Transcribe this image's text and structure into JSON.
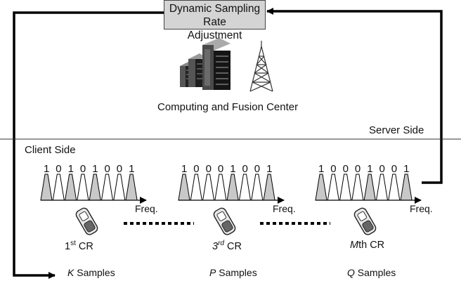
{
  "adjustment_box": {
    "line1": "Dynamic Sampling Rate",
    "line2": "Adjustment"
  },
  "fusion_center": {
    "label": "Computing and Fusion Center",
    "icons": [
      "server-rack-icon",
      "antenna-tower-icon"
    ]
  },
  "sides": {
    "server": "Server Side",
    "client": "Client Side"
  },
  "clients": [
    {
      "bits": [
        "1",
        "0",
        "1",
        "0",
        "1",
        "0",
        "0",
        "1"
      ],
      "freq_label": "Freq.",
      "cr_prefix": "1",
      "cr_sup": "st",
      "cr_suffix": " CR",
      "samples_var": "K",
      "samples_label": " Samples",
      "pulses": [
        1,
        0,
        1,
        0,
        1,
        0,
        0,
        1
      ]
    },
    {
      "bits": [
        "1",
        "0",
        "0",
        "0",
        "1",
        "0",
        "0",
        "1"
      ],
      "freq_label": "Freq.",
      "cr_prefix": "3",
      "cr_sup": "rd",
      "cr_suffix": " CR",
      "samples_var": "P",
      "samples_label": " Samples",
      "pulses": [
        1,
        0,
        0,
        0,
        1,
        0,
        0,
        1
      ]
    },
    {
      "bits": [
        "1",
        "0",
        "0",
        "0",
        "1",
        "0",
        "0",
        "1"
      ],
      "freq_label": "Freq.",
      "cr_prefix": "M",
      "cr_sup": "",
      "cr_suffix": "th CR",
      "samples_var": "Q",
      "samples_label": " Samples",
      "pulses": [
        1,
        0,
        0,
        0,
        1,
        0,
        0,
        1
      ]
    }
  ],
  "colors": {
    "line": "#000000",
    "box_fill": "#d4d4d4",
    "pulse_fill": "#c8c8c8"
  }
}
